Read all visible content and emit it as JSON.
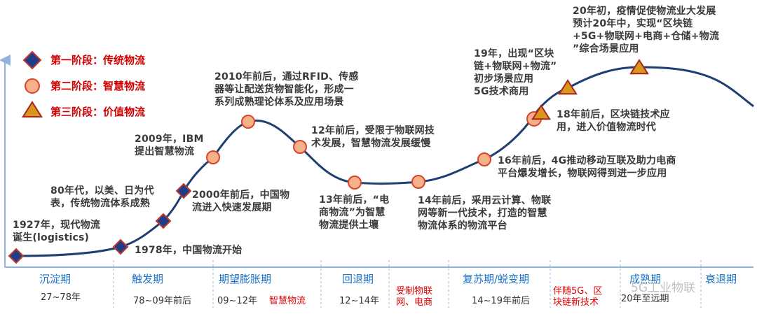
{
  "legend": [
    {
      "shape": "diamond",
      "label": "第一阶段：传统物流"
    },
    {
      "shape": "circle",
      "label": "第二阶段：智慧物流"
    },
    {
      "shape": "triangle",
      "label": "第三阶段：价值物流"
    }
  ],
  "events": {
    "e1927": "1927年，现代物流\n诞生(logistics)",
    "e80s": "80年代，以美、日为代\n表，传统物流体系成熟",
    "e1978": "1978年，中国物流开始",
    "e2009": "2009年，IBM\n提出智慧物流",
    "e2000": "2000年前后，中国物\n流进入快速发展期",
    "e2010": "2010年前后，通过RFID、传感\n器等让配送货物智能化，形成一\n系列成熟理论体系及应用场景",
    "e12": "12年前后，受限于物联网技\n术发展，智慧物流发展缓慢",
    "e13": "13年前后，“电\n商物流”为智慧\n物流提供土壤",
    "e14": "14年前后，采用云计算、物联\n网等新一代技术，打造的智慧\n物流体系的物流平台",
    "e16": "16年前后，4G推动移动互联及助力电商\n平台爆发增长，物联网得到进一步应用",
    "e18": "18年前后，区块链技术应\n用，进入价值物流时代",
    "e19": "19年，出现“区块\n链+物联网+物流”\n初步场景应用\n5G技术商用",
    "e20": "20年初，疫情促使物流业大发展\n预计20年中，实现“区块链\n+5G+物联网+电商+仓储+物流\n”综合场景应用"
  },
  "phases": [
    "沉淀期",
    "触发期",
    "期望膨胀期",
    "回退期",
    "复苏期/蜕变期",
    "成熟期",
    "衰退期"
  ],
  "periods": [
    "27~78年",
    "78~09年前后",
    "09~12年",
    "12~14年",
    "14~19年前后",
    "20年至远期"
  ],
  "notes": {
    "smart": "智慧物流",
    "limit": "受制物联\n网、电商",
    "tech": "伴随5G、区\n块链新技术"
  },
  "watermark": "5G工业物联",
  "colors": {
    "curve": "#1f3f72",
    "axis": "#8fb4de",
    "diamond": "#1f3d8a",
    "diamond_border": "#c0392b",
    "circle": "#f6b08a",
    "circle_border": "#d9442b",
    "triangle": "#d9961f",
    "triangle_border": "#a8251d",
    "phase_text": "#1f73c8",
    "legend_text": "#d40000",
    "note_text": "#e00000"
  }
}
